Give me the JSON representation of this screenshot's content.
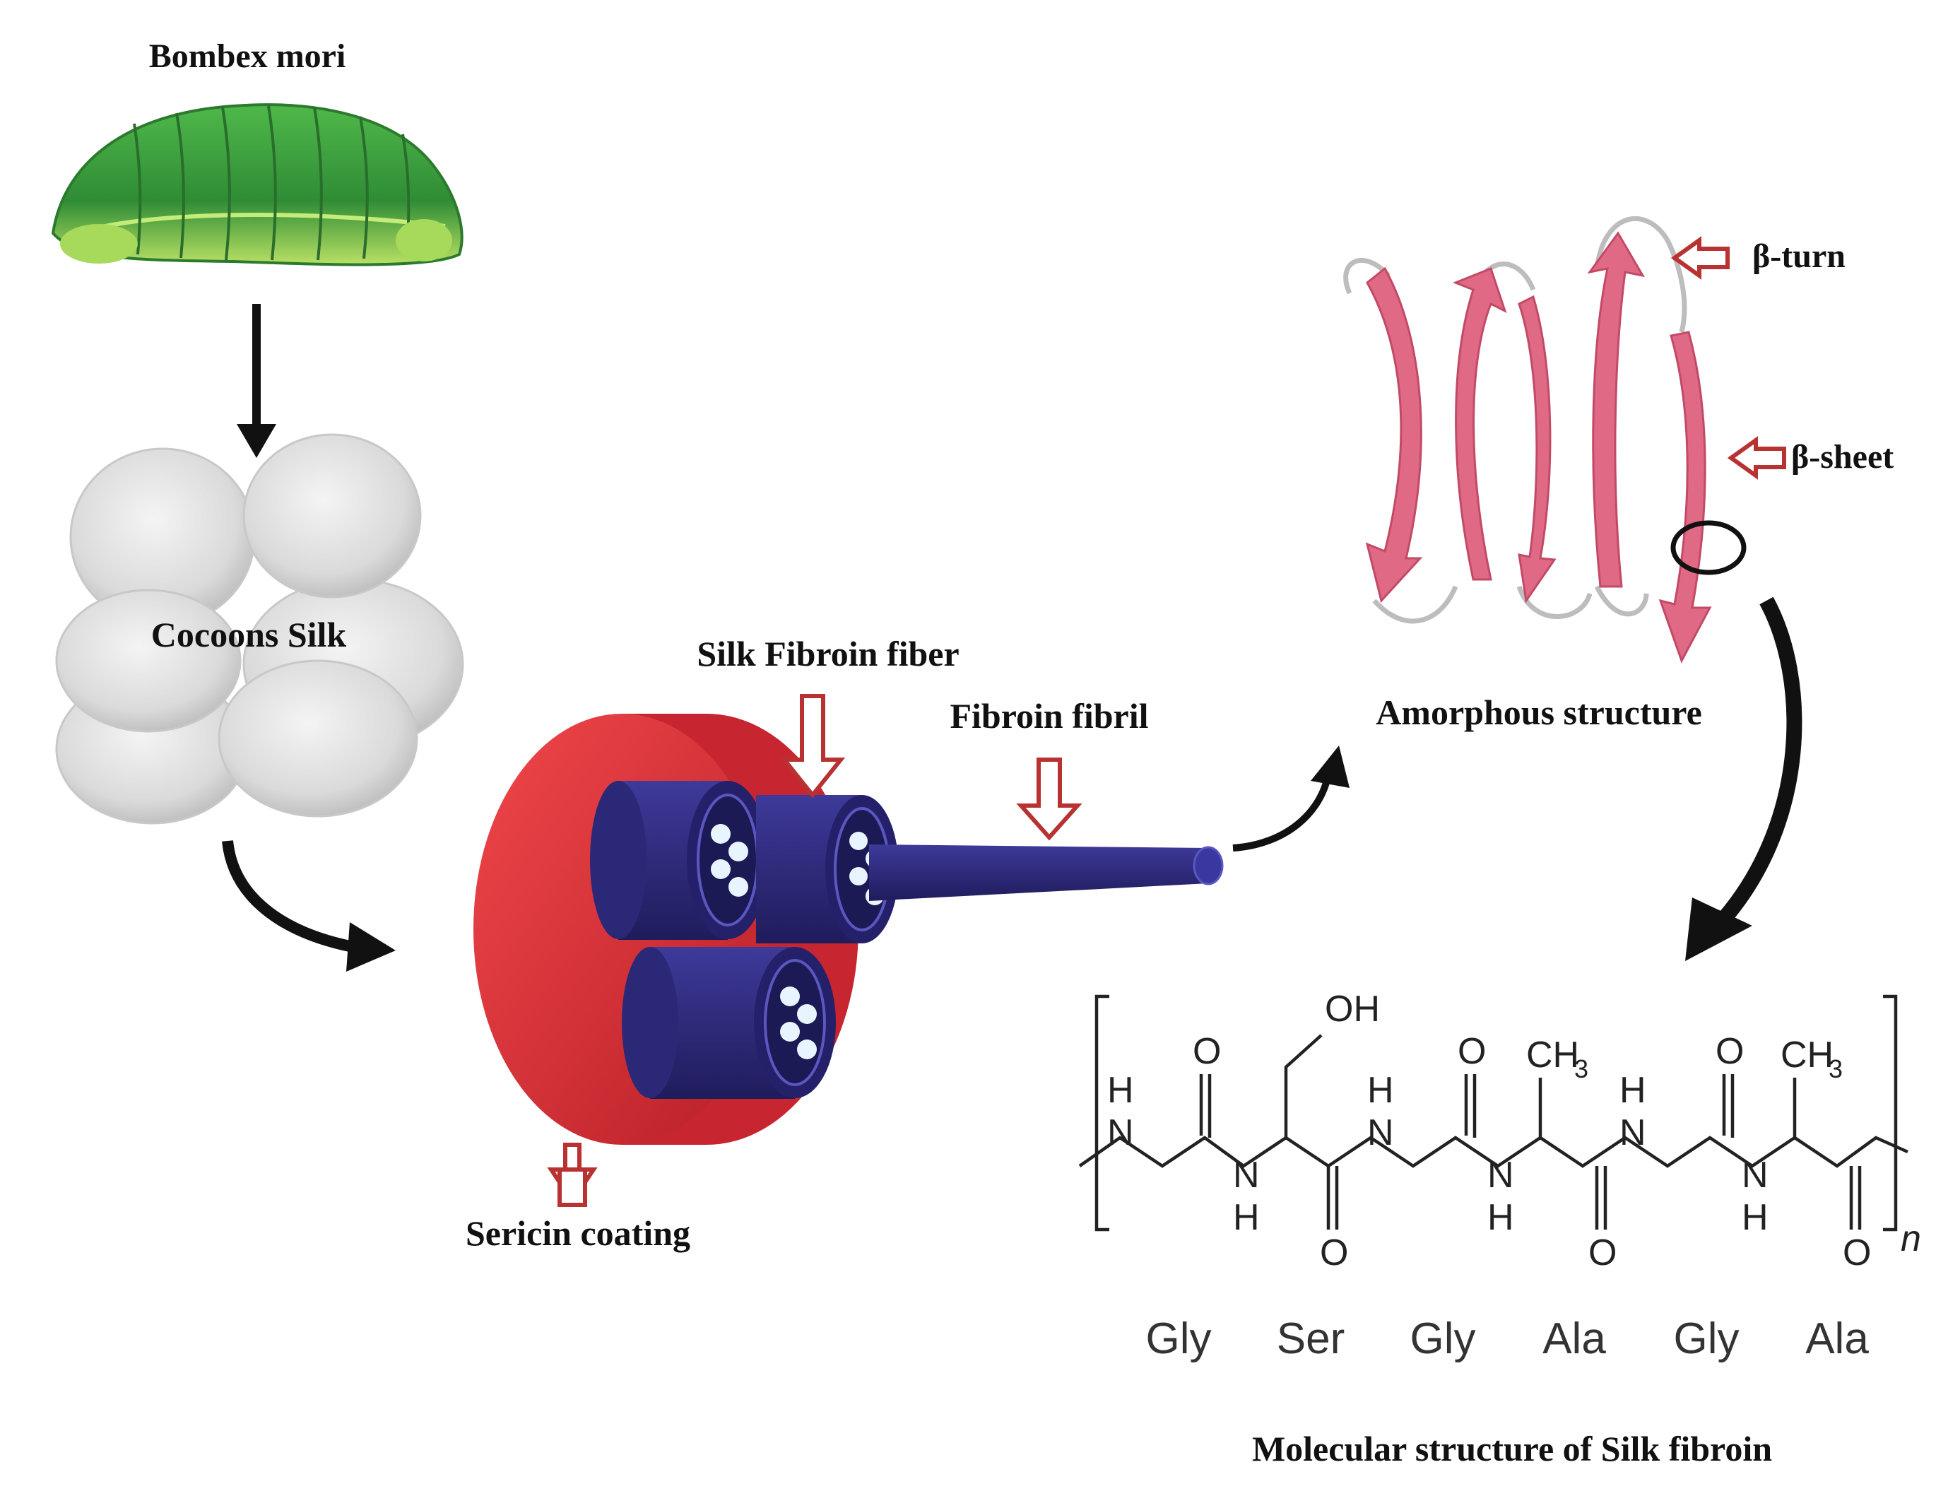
{
  "labels": {
    "bombex": "Bombex mori",
    "cocoons": "Cocoons Silk",
    "silk_fibroin_fiber": "Silk Fibroin fiber",
    "fibroin_fibril": "Fibroin fibril",
    "sericin_coating": "Sericin coating",
    "amorphous": "Amorphous  structure",
    "beta_turn": "β-turn",
    "beta_sheet": "β-sheet",
    "molecular_title": "Molecular structure of Silk fibroin"
  },
  "chem": {
    "oh": "OH",
    "o": "O",
    "n": "N",
    "h": "H",
    "ch": "CH",
    "sub3": "3",
    "repeat": "n"
  },
  "residues": [
    "Gly",
    "Ser",
    "Gly",
    "Ala",
    "Gly",
    "Ala"
  ],
  "colors": {
    "caterpillar": "#3fa03a",
    "cocoon": "#dcdcdc",
    "sericin": "#e8383d",
    "fiber": "#2d2a7a",
    "sheet": "#e06a85",
    "pointer_arrow": "#b83232"
  }
}
